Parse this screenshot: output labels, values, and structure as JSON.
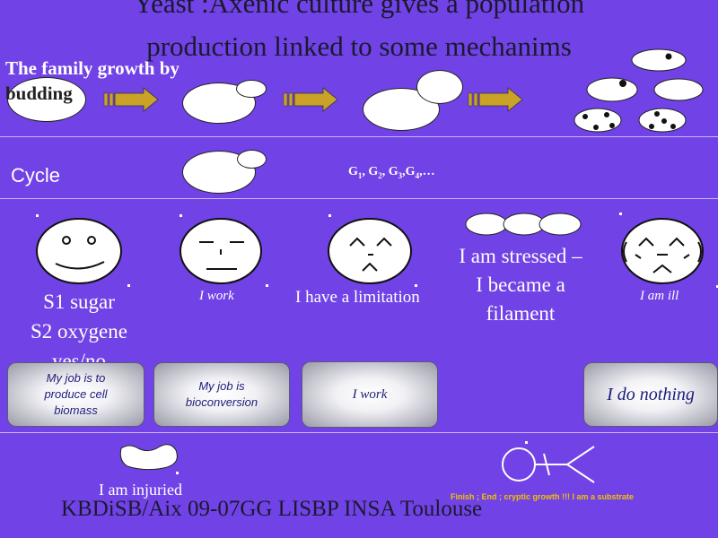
{
  "slide": {
    "title_line1": "Yeast :Axenic culture gives a population",
    "title_line2": "production  linked to some mechanims",
    "family_label_line1": "The family growth by",
    "family_label_line2": "budding",
    "cycle_label": "Cycle",
    "generations": {
      "g": "G",
      "subs": [
        "1",
        "2",
        "3",
        "4"
      ],
      "tail": ",…"
    },
    "faces": {
      "s1": [
        "S1 sugar",
        "S2 oxygene",
        "yes/no"
      ],
      "work": "I work",
      "limitation": "I have a limitation",
      "stressed": [
        "I am  stressed –",
        "I became a",
        "filament"
      ],
      "ill": "I am ill"
    },
    "boxes": {
      "box1": [
        "My job is to",
        "produce cell",
        "biomass"
      ],
      "box2": [
        "My job is",
        "bioconversion"
      ],
      "box3": "I work",
      "box4": "I do nothing"
    },
    "injured": "I am injuried",
    "finish": "Finish ; End ; cryptic growth !!! I am a substrate",
    "footer": "KBDiSB/Aix 09-07GG LISBP INSA Toulouse"
  },
  "colors": {
    "background": "#7142e6",
    "arrow": "#c9a227",
    "finish_text": "#f2c200"
  }
}
